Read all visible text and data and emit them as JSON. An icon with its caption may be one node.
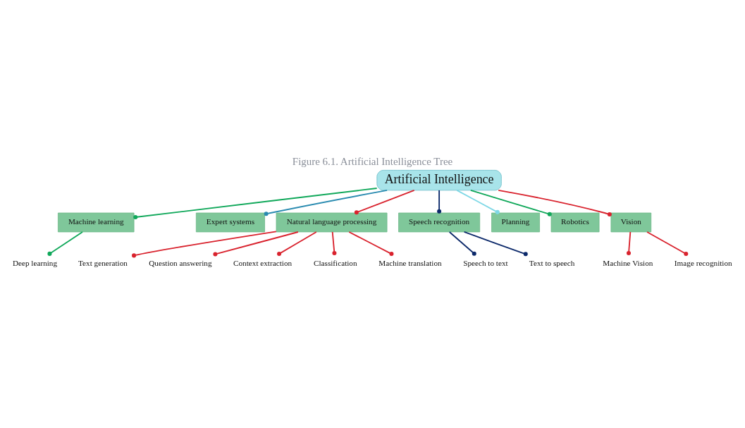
{
  "diagram": {
    "title": "Figure 6.1. Artificial Intelligence Tree",
    "nodes": [
      {
        "text": [
          "Artificial Intelligence"
        ]
      },
      {
        "text": [
          "Machine learning"
        ]
      },
      {
        "text": [
          "Deep learning"
        ]
      },
      {
        "text": [
          "Expert systems"
        ]
      },
      {
        "text": [
          "Natural language processing"
        ]
      },
      {
        "text": [
          "Speech recognition"
        ]
      },
      {
        "text": [
          "Planning"
        ]
      },
      {
        "text": [
          "Robotics"
        ]
      },
      {
        "text": [
          "Vision"
        ]
      },
      {
        "text": [
          "Text generation"
        ]
      },
      {
        "text": [
          "Question answering"
        ]
      },
      {
        "text": [
          "Context extraction"
        ]
      },
      {
        "text": [
          "Classification"
        ]
      },
      {
        "text": [
          "Machine translation"
        ]
      },
      {
        "text": [
          "Speech to text"
        ]
      },
      {
        "text": [
          "Text to speech"
        ]
      },
      {
        "text": [
          "Machine Vision"
        ]
      },
      {
        "text": [
          "Image recognition"
        ]
      }
    ],
    "edges": [
      {
        "from": 0,
        "to": 1,
        "arrow": "other",
        "color": "#10a85a"
      },
      {
        "from": 1,
        "to": 2,
        "arrow": "other",
        "color": "#10a85a"
      },
      {
        "from": 0,
        "to": 4,
        "arrow": "other"
      },
      {
        "from": 0,
        "to": 3,
        "arrow": "other",
        "color": "#2a8bb0"
      },
      {
        "from": 0,
        "to": 5,
        "arrow": "other",
        "color": "#0d2a6b"
      },
      {
        "from": 0,
        "to": 6,
        "arrow": "other",
        "color": "#7fd8e6"
      },
      {
        "from": 0,
        "to": 7,
        "arrow": "other",
        "color": "#10a85a"
      },
      {
        "from": 0,
        "to": 8,
        "arrow": "other"
      },
      {
        "from": 4,
        "to": 9,
        "arrow": "other"
      },
      {
        "from": 4,
        "to": 10,
        "arrow": "other"
      },
      {
        "from": 4,
        "to": 11,
        "arrow": "other"
      },
      {
        "from": 4,
        "to": 12,
        "arrow": "other"
      },
      {
        "from": 4,
        "to": 13,
        "arrow": "other"
      },
      {
        "from": 5,
        "to": 14,
        "arrow": "other",
        "color": "#0d2a6b"
      },
      {
        "from": 5,
        "to": 15,
        "arrow": "other",
        "color": "#0d2a6b"
      },
      {
        "from": 8,
        "to": 16,
        "arrow": "other"
      },
      {
        "from": 8,
        "to": 17,
        "arrow": "other"
      }
    ]
  }
}
